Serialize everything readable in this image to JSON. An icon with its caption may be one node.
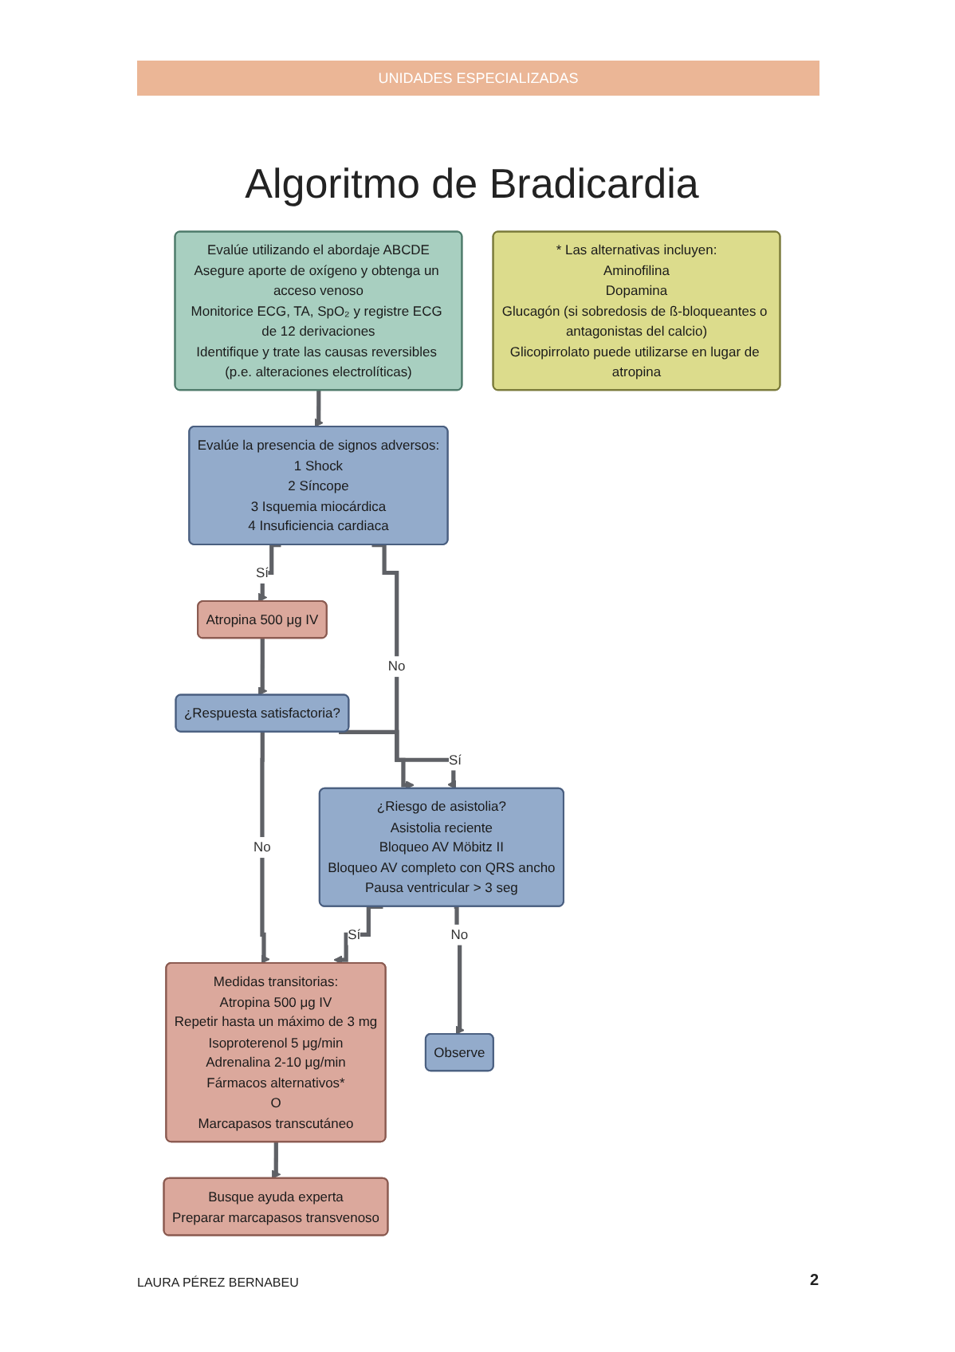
{
  "diagram": {
    "title": "Algoritmo de Bradicardia",
    "nodes": [
      {
        "text": [
          "Evalúe utilizando el abordaje ABCDE",
          "Asegure aporte de oxígeno y obtenga un acceso venoso",
          "Monitorice ECG, TA, SpO₂ y registre ECG de 12 derivaciones",
          "Identifique y trate las causas reversibles (p.e. alteraciones electrolíticas)"
        ]
      },
      {
        "text": [
          "Evalúe la presencia de signos adversos:",
          "1 Shock",
          "2 Síncope",
          "3 Isquemia miocárdica",
          "4 Insuficiencia cardiaca"
        ]
      },
      {
        "text": [
          "Atropina 500 μg IV"
        ]
      },
      {
        "text": [
          "¿Respuesta satisfactoria?"
        ]
      },
      {
        "text": [
          "¿Riesgo de asistolia?",
          "Asistolia reciente",
          "Bloqueo AV Möbitz II",
          "Bloqueo AV completo con QRS ancho",
          "Pausa ventricular > 3 seg"
        ]
      },
      {
        "text": [
          "Medidas transitorias:",
          "Atropina 500 μg IV",
          "Repetir hasta un máximo de 3 mg",
          "Isoproterenol 5 μg/min",
          "Adrenalina 2-10 μg/min",
          "Fármacos alternativos*",
          "O",
          "Marcapasos transcutáneo"
        ]
      },
      {
        "text": [
          "Busque ayuda experta",
          "Preparar marcapasos transvenoso"
        ]
      },
      {
        "text": [
          "Observe"
        ]
      },
      {
        "text": [
          "* Las alternativas incluyen:",
          "Aminofilina",
          "Dopamina",
          "Glucagón (si sobredosis de ß-bloqueantes o antagonistas del calcio)",
          "Glicopirrolato puede utilizarse en lugar de atropina"
        ]
      }
    ],
    "edges": [
      {
        "from": 0,
        "to": 1,
        "arrow": "to"
      },
      {
        "from": 1,
        "to": 2,
        "label": "Sí",
        "arrow": "to"
      },
      {
        "from": 1,
        "to": 4,
        "label": "No",
        "arrow": "to"
      },
      {
        "from": 2,
        "to": 3,
        "arrow": "to"
      },
      {
        "from": 3,
        "to": 4,
        "label": "Sí",
        "arrow": "to"
      },
      {
        "from": 3,
        "to": 5,
        "label": "No",
        "arrow": "to"
      },
      {
        "from": 4,
        "to": 5,
        "label": "Sí",
        "arrow": "to"
      },
      {
        "from": 4,
        "to": 7,
        "label": "No",
        "arrow": "to"
      },
      {
        "from": 5,
        "to": 6,
        "arrow": "to"
      }
    ],
    "labels": [
      "UNIDADES ESPECIALIZADAS",
      "LAURA PÉREZ BERNABEU",
      "2"
    ]
  }
}
